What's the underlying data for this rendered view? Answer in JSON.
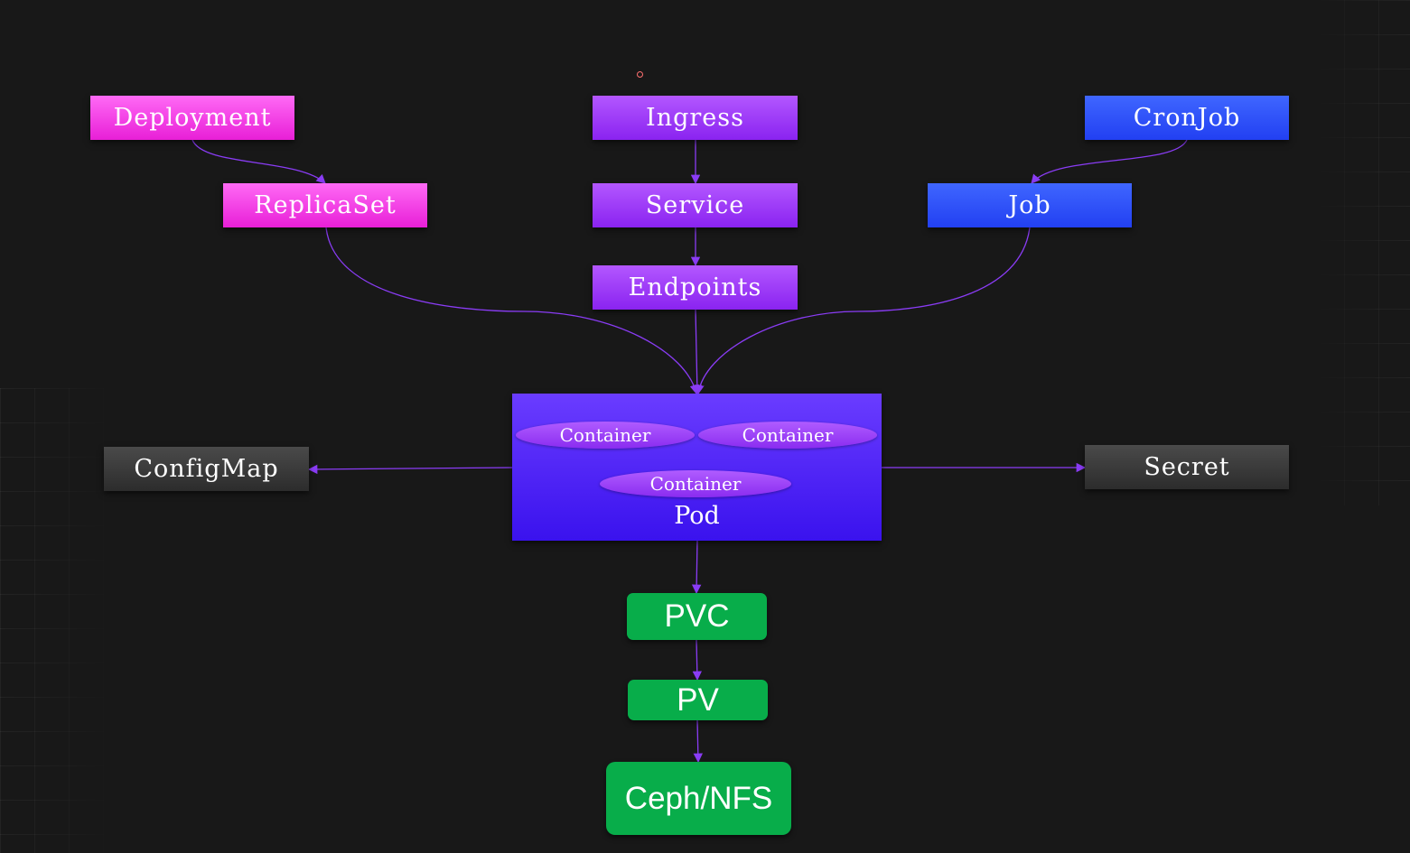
{
  "diagram": {
    "nodes": {
      "deployment": "Deployment",
      "replicaset": "ReplicaSet",
      "ingress": "Ingress",
      "service": "Service",
      "endpoints": "Endpoints",
      "cronjob": "CronJob",
      "job": "Job",
      "configmap": "ConfigMap",
      "secret": "Secret",
      "pod": "Pod",
      "pvc": "PVC",
      "pv": "PV",
      "storage": "Ceph/NFS"
    },
    "containers": [
      "Container",
      "Container",
      "Container"
    ],
    "edges": [
      {
        "from": "deployment",
        "to": "replicaset"
      },
      {
        "from": "ingress",
        "to": "service"
      },
      {
        "from": "service",
        "to": "endpoints"
      },
      {
        "from": "cronjob",
        "to": "job"
      },
      {
        "from": "replicaset",
        "to": "pod"
      },
      {
        "from": "endpoints",
        "to": "pod"
      },
      {
        "from": "job",
        "to": "pod"
      },
      {
        "from": "pod",
        "to": "configmap"
      },
      {
        "from": "pod",
        "to": "secret"
      },
      {
        "from": "pod",
        "to": "pvc"
      },
      {
        "from": "pvc",
        "to": "pv"
      },
      {
        "from": "pv",
        "to": "storage"
      }
    ],
    "colors": {
      "workload": "#f43ee8",
      "network": "#9b3bf8",
      "batch": "#2f52fa",
      "config": "#3a3a3a",
      "pod": "#4a1ff2",
      "storage": "#08ad4a",
      "edge": "#8a3cf5"
    }
  }
}
